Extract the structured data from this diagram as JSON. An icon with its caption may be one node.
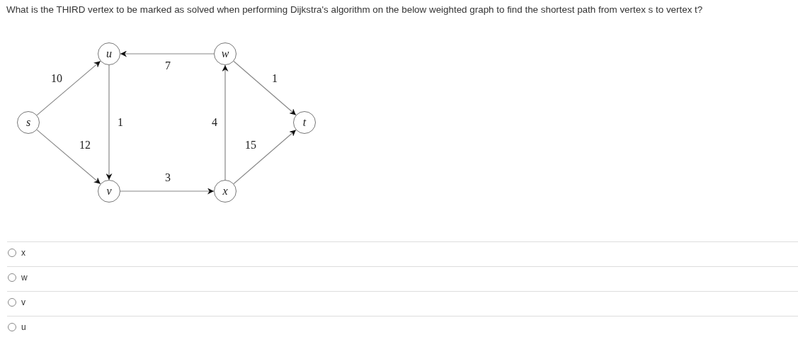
{
  "diagram": {
    "title": "What is the THIRD vertex to be marked as solved when performing Dijkstra's algorithm on the below weighted graph to find the shortest path from vertex s to vertex t?",
    "nodes": [
      {
        "text": [
          "u"
        ]
      },
      {
        "text": [
          "w"
        ]
      },
      {
        "text": [
          "s"
        ]
      },
      {
        "text": [
          "t"
        ]
      },
      {
        "text": [
          "v"
        ]
      },
      {
        "text": [
          "x"
        ]
      }
    ],
    "edges": [
      {
        "from": 2,
        "to": 0,
        "arrow": "to",
        "label": "10"
      },
      {
        "from": 2,
        "to": 4,
        "arrow": "to",
        "label": "12"
      },
      {
        "from": 0,
        "to": 4,
        "arrow": "to",
        "label": "1"
      },
      {
        "from": 1,
        "to": 0,
        "arrow": "to",
        "label": "7"
      },
      {
        "from": 4,
        "to": 5,
        "arrow": "to",
        "label": "3"
      },
      {
        "from": 5,
        "to": 1,
        "arrow": "to",
        "label": "4"
      },
      {
        "from": 1,
        "to": 3,
        "arrow": "to",
        "label": "1"
      },
      {
        "from": 5,
        "to": 3,
        "arrow": "to",
        "label": "15"
      }
    ],
    "labels": [
      "x",
      "w",
      "v",
      "u"
    ]
  }
}
